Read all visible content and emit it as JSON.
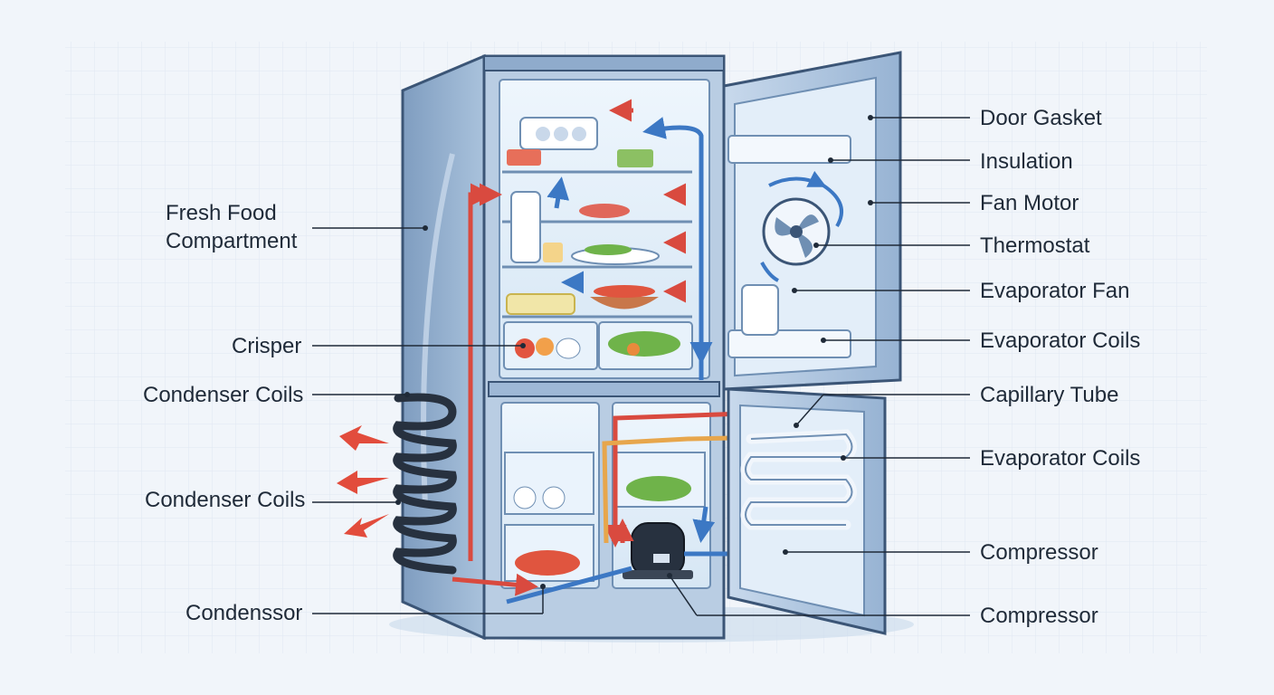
{
  "labels_left": [
    {
      "id": "fresh-food",
      "line1": "Fresh Food",
      "line2": "Compartment"
    },
    {
      "id": "crisper",
      "text": "Crisper"
    },
    {
      "id": "condenser-coils-1",
      "text": "Condenser Coils"
    },
    {
      "id": "condenser-coils-2",
      "text": "Condenser Coils"
    },
    {
      "id": "condenssor",
      "text": "Condenssor"
    }
  ],
  "labels_right": [
    {
      "id": "door-gasket",
      "text": "Door Gasket"
    },
    {
      "id": "insulation",
      "text": "Insulation"
    },
    {
      "id": "fan-motor",
      "text": "Fan Motor"
    },
    {
      "id": "thermostat",
      "text": "Thermostat"
    },
    {
      "id": "evaporator-fan",
      "text": "Evaporator Fan"
    },
    {
      "id": "evaporator-coils-1",
      "text": "Evaporator Coils"
    },
    {
      "id": "capillary-tube",
      "text": "Capillary Tube"
    },
    {
      "id": "evaporator-coils-2",
      "text": "Evaporator Coils"
    },
    {
      "id": "compressor-1",
      "text": "Compressor"
    },
    {
      "id": "compressor-2",
      "text": "Compressor"
    }
  ],
  "colors": {
    "background": "#f1f5fa",
    "grid": "#dde6f1",
    "cabinet": "#a9c2dc",
    "cabinet_dark": "#6f8fb3",
    "outline": "#3b5576",
    "interior": "#e4eff9",
    "hot_line": "#d94a3f",
    "cold_line": "#3c78c4",
    "capillary": "#e7a64c",
    "leader": "#1f2a38"
  }
}
